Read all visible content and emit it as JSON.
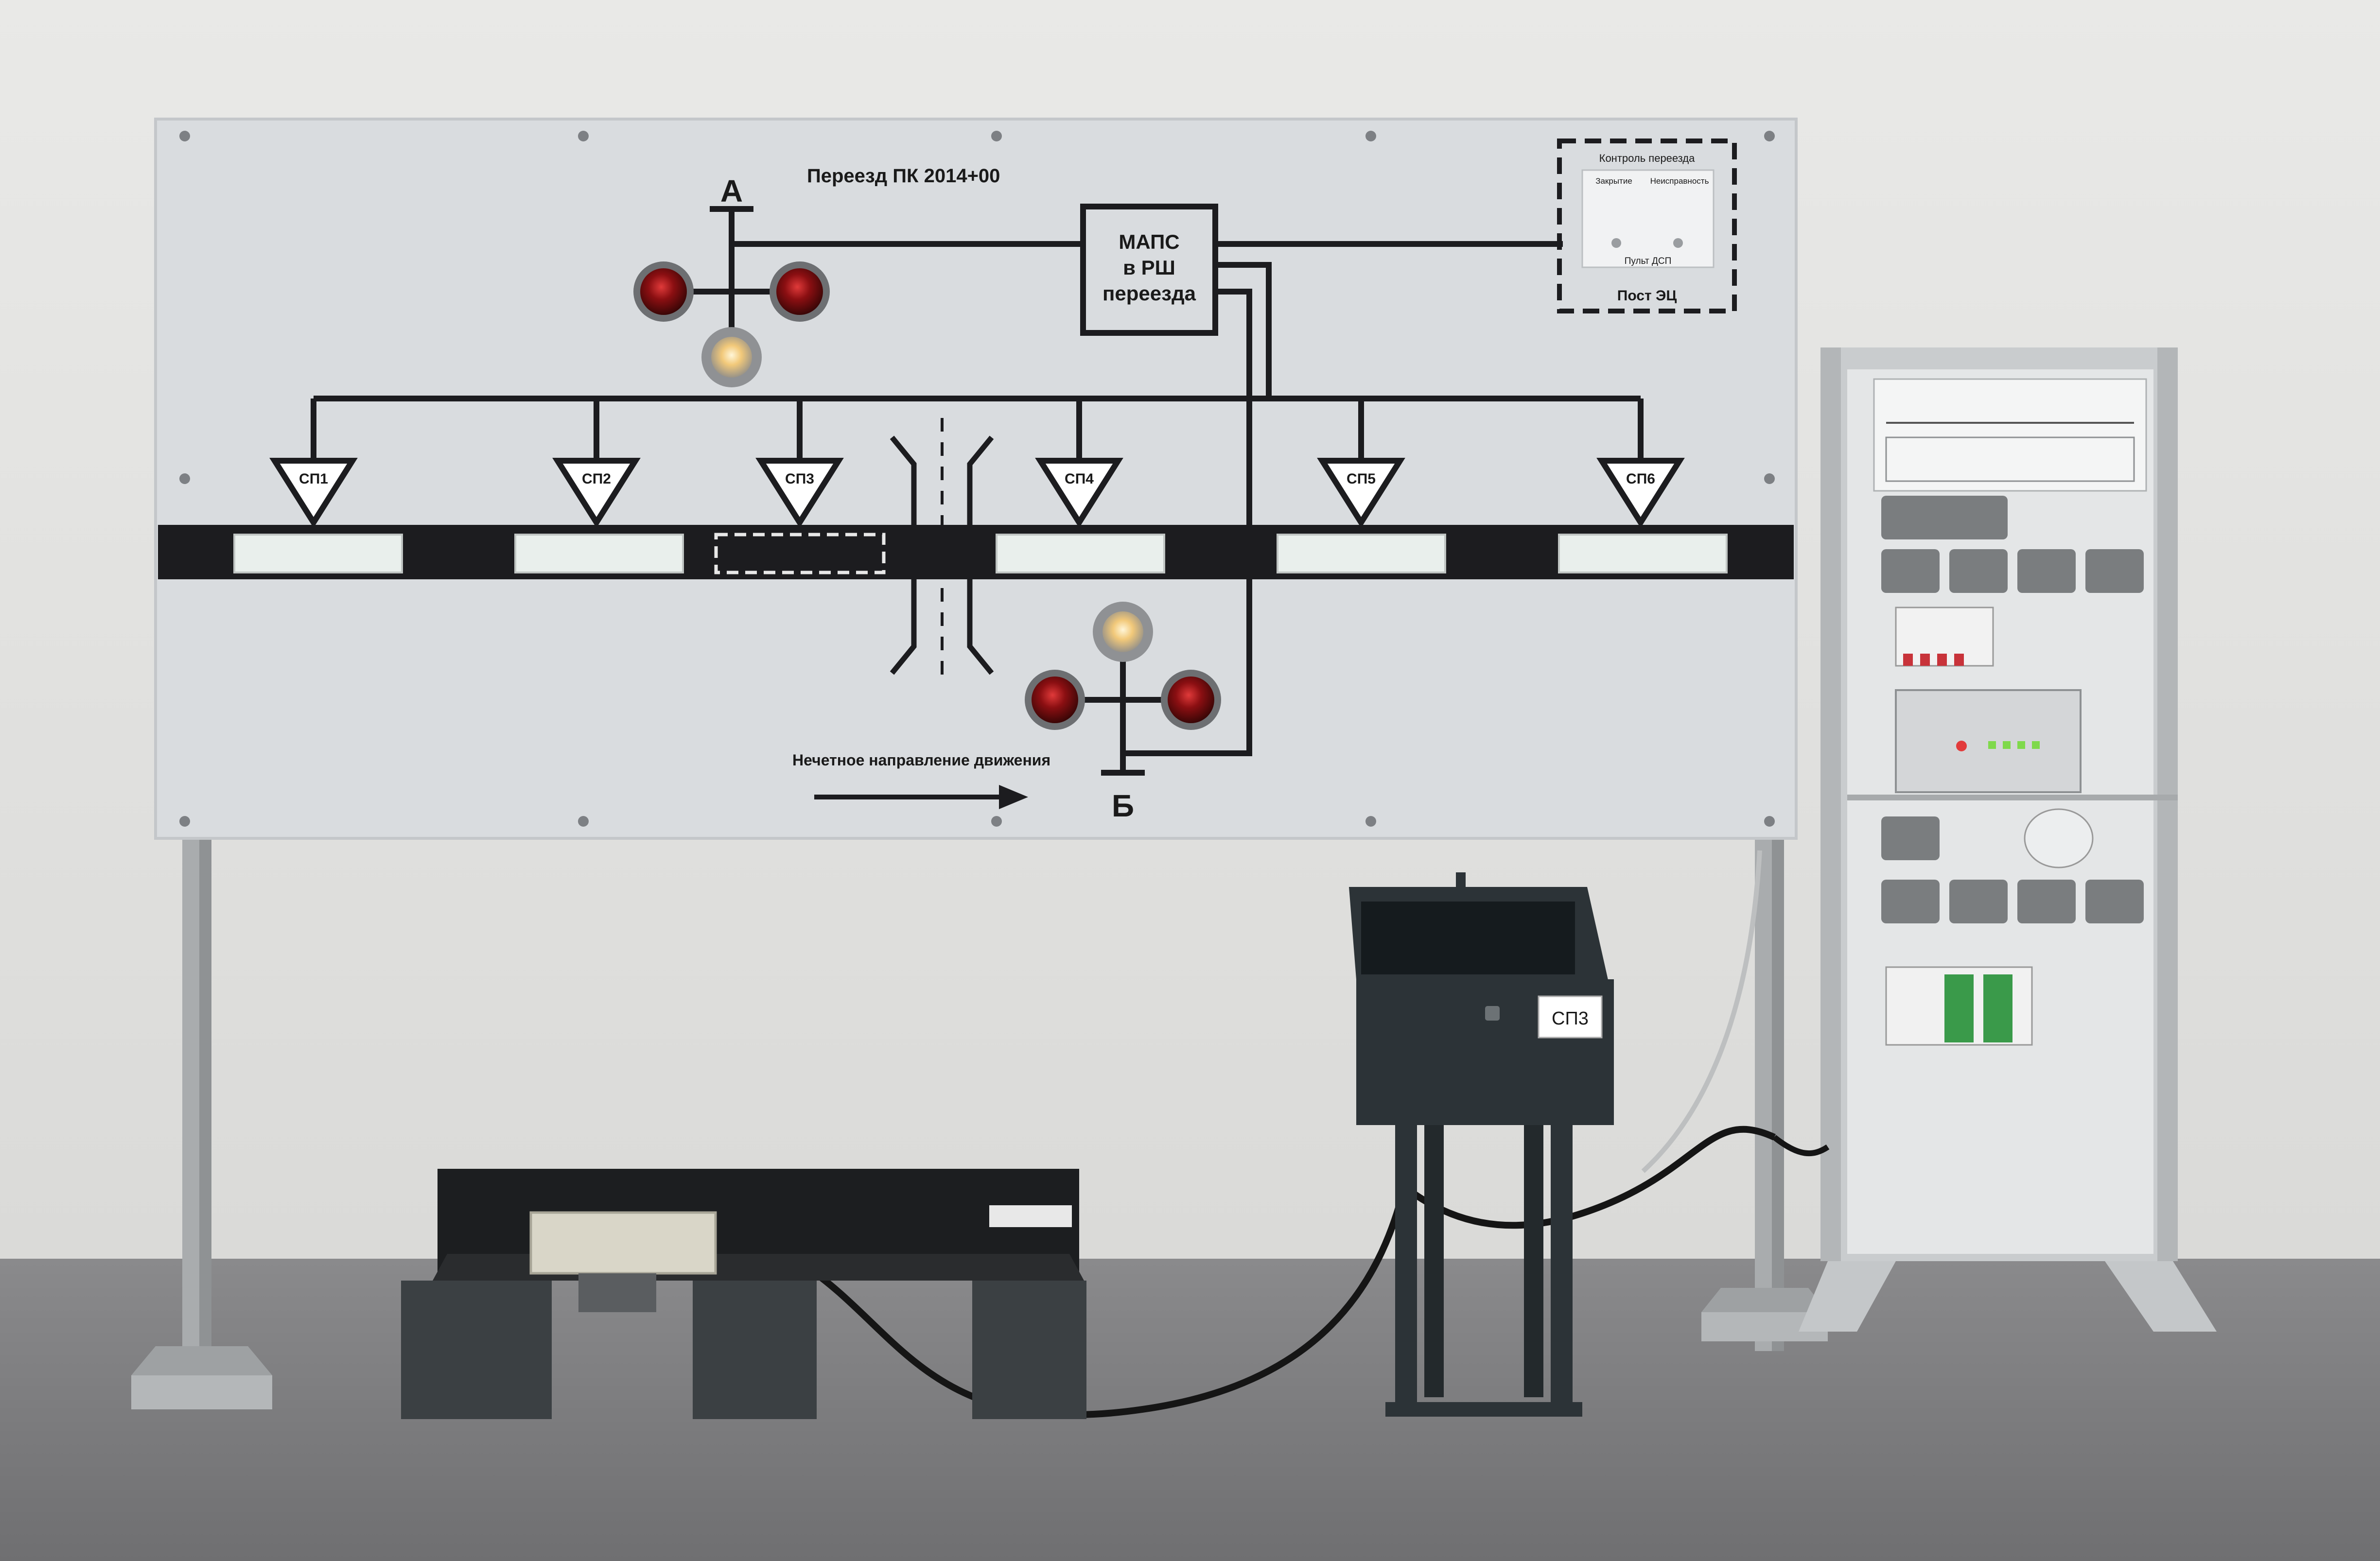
{
  "board": {
    "title": "Переезд ПК 2014+00",
    "signal_a_label": "А",
    "signal_b_label": "Б",
    "maps_line1": "МАПС",
    "maps_line2": "в РШ",
    "maps_line3": "переезда",
    "control_title": "Контроль переезда",
    "control_left": "Закрытие",
    "control_right": "Неисправность",
    "control_panel": "Пульт ДСП",
    "post_label": "Пост ЭЦ",
    "direction_label": "Нечетное направление движения",
    "sections": [
      "СП1",
      "СП2",
      "СП3",
      "СП4",
      "СП5",
      "СП6"
    ]
  },
  "cabinet": {
    "label": "СП3"
  },
  "colors": {
    "board": "#d9dcdf",
    "lines": "#1c1c1f",
    "signal_red": "#8b0f12",
    "cabinet": "#2c3337",
    "floor": "#7b7b7d",
    "wall": "#e6e6e4",
    "rack": "#c9ccce"
  },
  "icons": {
    "signal": "round-lens-icon",
    "arrow": "arrow-right-icon",
    "screw": "screw-icon"
  }
}
